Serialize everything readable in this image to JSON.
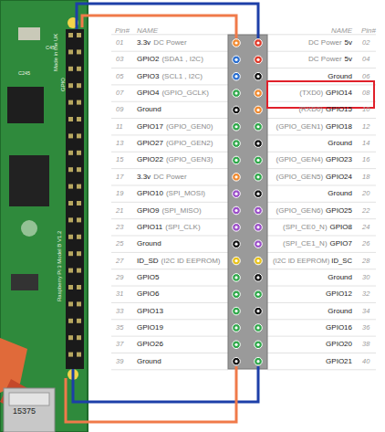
{
  "diagram": {
    "labels": [
      "Pin#",
      "NAME",
      "NAME",
      "Pin#",
      "01",
      "3.3v",
      "DC Power",
      "DC Power",
      "5v",
      "02",
      "03",
      "GPIO2",
      "(SDA1 , I2C)",
      "DC Power",
      "5v",
      "04",
      "05",
      "GPIO3",
      "(SCL1 , I2C)",
      "Ground",
      "06",
      "07",
      "GPIO4",
      "(GPIO_GCLK)",
      "(TXD0)",
      "GPIO14",
      "08",
      "09",
      "Ground",
      "(RXD0)",
      "GPIO15",
      "10",
      "11",
      "GPIO17",
      "(GPIO_GEN0)",
      "(GPIO_GEN1)",
      "GPIO18",
      "12",
      "13",
      "GPIO27",
      "(GPIO_GEN2)",
      "Ground",
      "14",
      "15",
      "GPIO22",
      "(GPIO_GEN3)",
      "(GPIO_GEN4)",
      "GPIO23",
      "16",
      "17",
      "3.3v",
      "DC Power",
      "(GPIO_GEN5)",
      "GPIO24",
      "18",
      "19",
      "GPIO10",
      "(SPI_MOSI)",
      "Ground",
      "20",
      "21",
      "GPIO9",
      "(SPI_MISO)",
      "(GPIO_GEN6)",
      "GPIO25",
      "22",
      "23",
      "GPIO11",
      "(SPI_CLK)",
      "(SPI_CE0_N)",
      "GPIO8",
      "24",
      "25",
      "Ground",
      "(SPI_CE1_N)",
      "GPIO7",
      "26",
      "27",
      "ID_SD",
      "(I2C ID EEPROM)",
      "(I2C ID EEPROM)",
      "ID_SC",
      "28",
      "29",
      "GPIO5",
      "Ground",
      "30",
      "31",
      "GPIO6",
      "GPIO12",
      "32",
      "33",
      "GPIO13",
      "Ground",
      "34",
      "35",
      "GPIO19",
      "GPIO16",
      "36",
      "37",
      "GPIO26",
      "GPIO20",
      "38",
      "39",
      "Ground",
      "GPIO21",
      "40",
      "Made in the UK",
      "GPIO",
      "C45",
      "C245",
      "Raspberry Pi 3 Model B V1.2",
      "15375"
    ]
  }
}
